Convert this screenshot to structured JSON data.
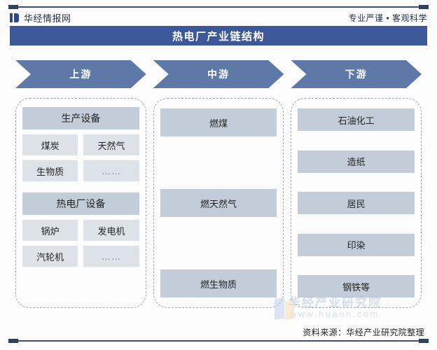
{
  "header": {
    "logo_icon": "huaon-bookmark-logo-icon",
    "brand_name": "华经情报网",
    "tagline": "专业严谨 • 客观科学"
  },
  "title": {
    "text": "热电厂产业链结构"
  },
  "stages": [
    {
      "id": "upstream",
      "label": "上游"
    },
    {
      "id": "midstream",
      "label": "中游"
    },
    {
      "id": "downstream",
      "label": "下游"
    }
  ],
  "upstream": {
    "groups": [
      {
        "head": "生产设备",
        "rows": [
          [
            "煤炭",
            "天然气"
          ],
          [
            "生物质",
            "……"
          ]
        ]
      },
      {
        "head": "热电厂设备",
        "rows": [
          [
            "锅炉",
            "发电机"
          ],
          [
            "汽轮机",
            "……"
          ]
        ]
      }
    ]
  },
  "midstream": {
    "items": [
      "燃煤",
      "燃天然气",
      "燃生物质"
    ]
  },
  "downstream": {
    "items": [
      "石油化工",
      "造纸",
      "居民",
      "印染",
      "钢铁等"
    ]
  },
  "watermark": {
    "text": "华经产业研究院",
    "url": "www.huaon.com",
    "logo_icon": "huaon-watermark-logo-icon"
  },
  "footer": {
    "source": "资料来源：华经产业研究院整理"
  },
  "colors": {
    "title_band": "#3c5898",
    "chevron": "#5e78a8",
    "group_head_box": "#c3ccd9",
    "sub_box": "#dde1e8",
    "dashed_border": "#9aa4b4",
    "rule": "#3c4f73",
    "page_background": "#fcfcfd"
  }
}
